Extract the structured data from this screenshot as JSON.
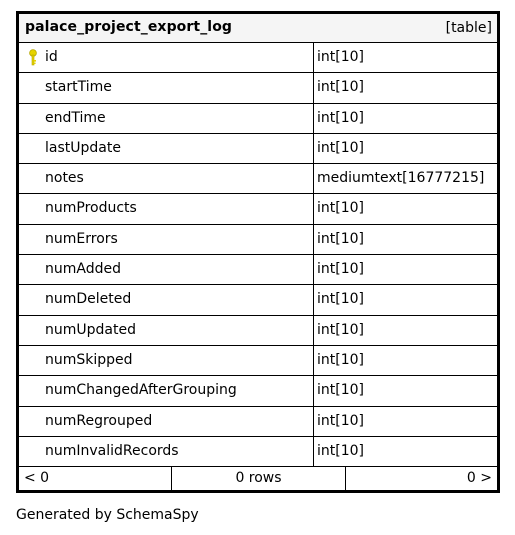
{
  "table": {
    "name": "palace_project_export_log",
    "kind": "[table]",
    "columns": [
      {
        "name": "id",
        "type": "int[10]",
        "primary_key": true
      },
      {
        "name": "startTime",
        "type": "int[10]"
      },
      {
        "name": "endTime",
        "type": "int[10]"
      },
      {
        "name": "lastUpdate",
        "type": "int[10]"
      },
      {
        "name": "notes",
        "type": "mediumtext[16777215]"
      },
      {
        "name": "numProducts",
        "type": "int[10]"
      },
      {
        "name": "numErrors",
        "type": "int[10]"
      },
      {
        "name": "numAdded",
        "type": "int[10]"
      },
      {
        "name": "numDeleted",
        "type": "int[10]"
      },
      {
        "name": "numUpdated",
        "type": "int[10]"
      },
      {
        "name": "numSkipped",
        "type": "int[10]"
      },
      {
        "name": "numChangedAfterGrouping",
        "type": "int[10]"
      },
      {
        "name": "numRegrouped",
        "type": "int[10]"
      },
      {
        "name": "numInvalidRecords",
        "type": "int[10]"
      }
    ],
    "footer": {
      "left": "< 0",
      "center": "0 rows",
      "right": "0 >"
    }
  },
  "generated_by": "Generated by SchemaSpy",
  "colors": {
    "header_background": "#f5f5f5",
    "key_icon": "#e6d300",
    "border": "#000000"
  },
  "icons": {
    "primary_key": "key-icon"
  }
}
